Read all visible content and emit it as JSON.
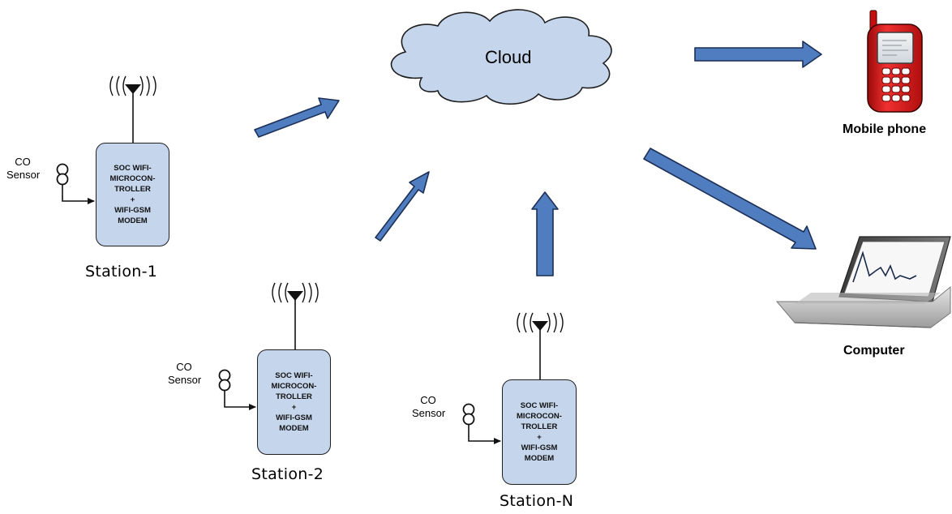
{
  "cloud": {
    "label": "Cloud"
  },
  "stations": [
    {
      "name": "Station-1",
      "sensor_line1": "CO",
      "sensor_line2": "Sensor",
      "module_lines": [
        "SOC WIFI-",
        "MICROCON-",
        "TROLLER",
        "+",
        "WIFI-GSM",
        "MODEM"
      ]
    },
    {
      "name": "Station-2",
      "sensor_line1": "CO",
      "sensor_line2": "Sensor",
      "module_lines": [
        "SOC WIFI-",
        "MICROCON-",
        "TROLLER",
        "+",
        "WIFI-GSM",
        "MODEM"
      ]
    },
    {
      "name": "Station-N",
      "sensor_line1": "CO",
      "sensor_line2": "Sensor",
      "module_lines": [
        "SOC WIFI-",
        "MICROCON-",
        "TROLLER",
        "+",
        "WIFI-GSM",
        "MODEM"
      ]
    }
  ],
  "devices": {
    "mobile": {
      "label": "Mobile phone"
    },
    "computer": {
      "label": "Computer"
    }
  },
  "colors": {
    "arrow_fill": "#4f7dc0",
    "arrow_stroke": "#1c2f55",
    "cloud_fill": "#c5d5ec",
    "box_fill": "#c5d5ec",
    "phone_red": "#e01515"
  }
}
